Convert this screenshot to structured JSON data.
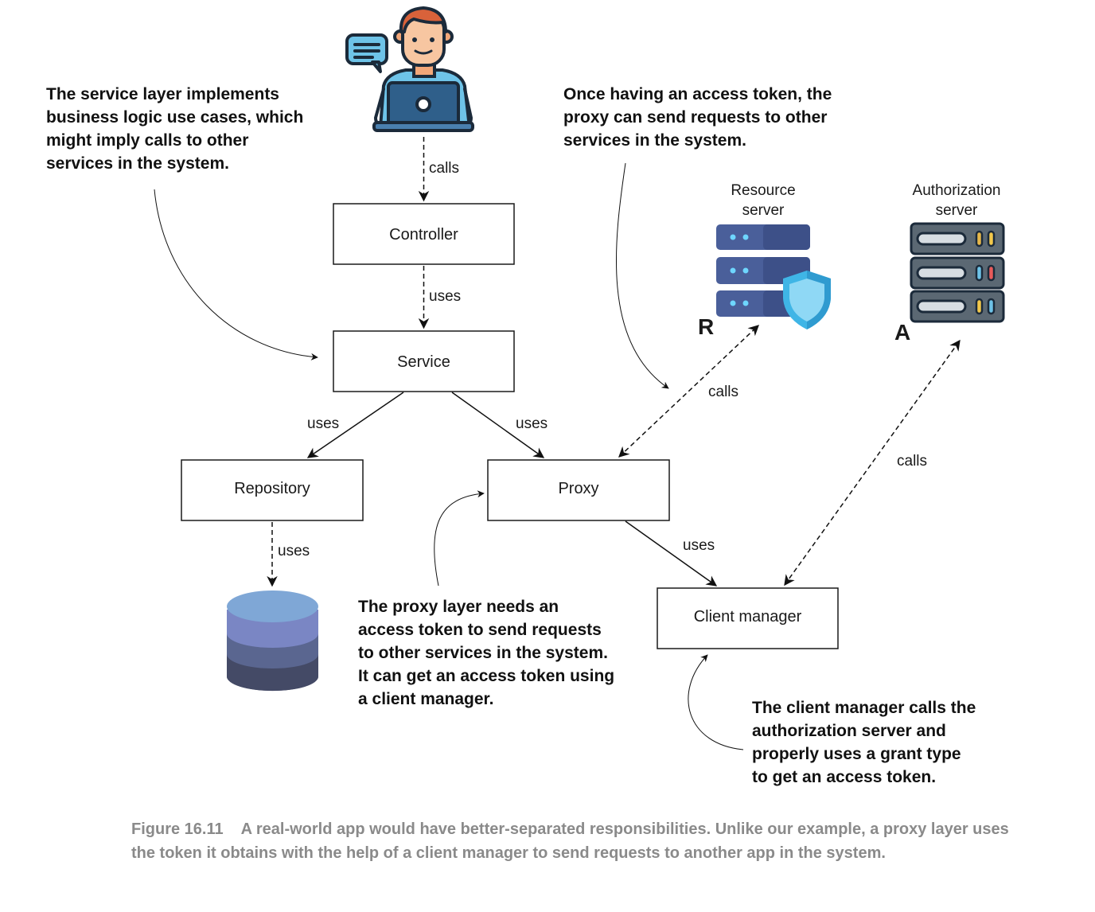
{
  "boxes": {
    "controller": "Controller",
    "service": "Service",
    "repository": "Repository",
    "proxy": "Proxy",
    "client_manager": "Client manager"
  },
  "edges": {
    "user_controller": "calls",
    "controller_service": "uses",
    "service_repository": "uses",
    "service_proxy": "uses",
    "repository_db": "uses",
    "proxy_client_manager": "uses",
    "proxy_resource_server": "calls",
    "client_manager_authorization_server": "calls"
  },
  "servers": {
    "resource": {
      "title_line1": "Resource",
      "title_line2": "server",
      "letter": "R"
    },
    "authorization": {
      "title_line1": "Authorization",
      "title_line2": "server",
      "letter": "A"
    }
  },
  "annotations": {
    "service_note": [
      "The service layer implements",
      "business logic use cases, which",
      "might imply calls to other",
      "services in the system."
    ],
    "token_note": [
      "Once having an access token, the",
      "proxy can send requests to other",
      "services in the system."
    ],
    "proxy_note": [
      "The proxy layer needs an",
      "access token to send requests",
      "to other services in the system.",
      "It can get an access token using",
      "a client manager."
    ],
    "client_manager_note": [
      "The client manager calls the",
      "authorization server and",
      "properly uses a grant type",
      "to get an access token."
    ]
  },
  "caption": {
    "number": "Figure 16.11",
    "text": "A real-world app would have better-separated responsibilities. Unlike our example, a proxy layer uses the token it obtains with the help of a client manager to send requests to another app in the system."
  },
  "icons": [
    "user-with-laptop-icon",
    "chat-bubble-icon",
    "database-icon",
    "resource-server-icon",
    "shield-icon",
    "authorization-server-icon"
  ],
  "colors": {
    "db_top": "#7fa7d6",
    "db_mid": "#7a86c4",
    "db_lower": "#5a6690",
    "db_bottom": "#444a66",
    "server_blue": "#4a5f9a",
    "shield": "#3fb5e6",
    "auth_server": "#5b6873",
    "caption": "#8a8a8a"
  }
}
